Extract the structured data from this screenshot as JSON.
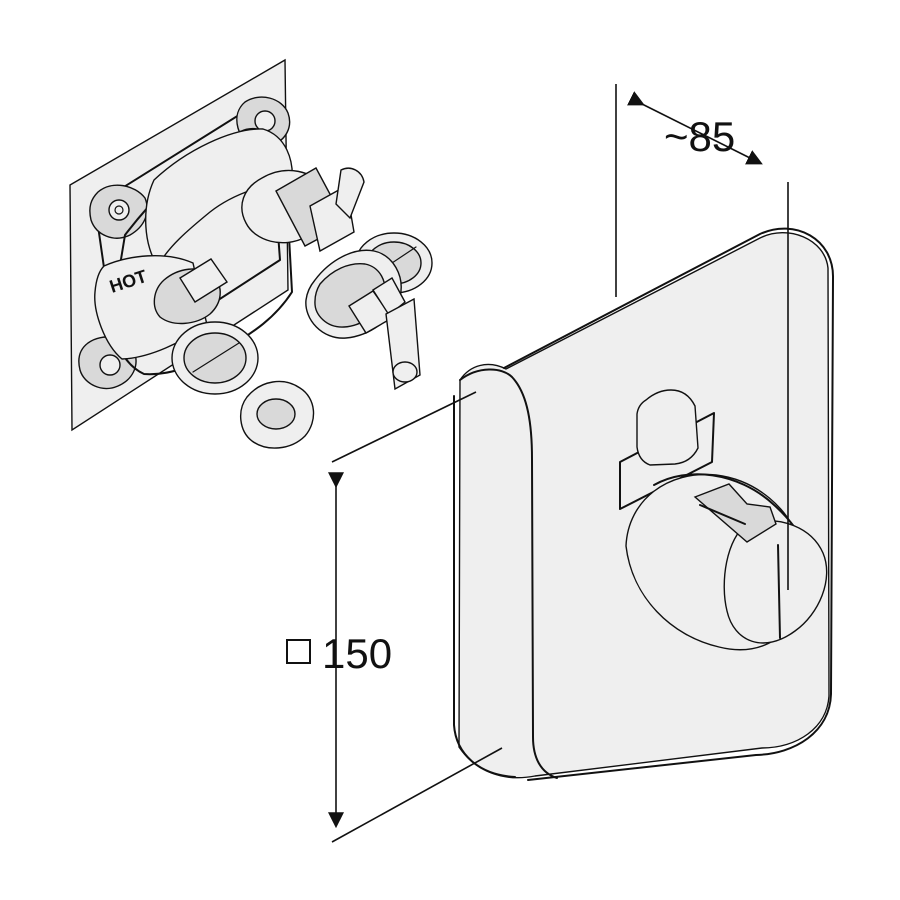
{
  "labels": {
    "hot": "HOT",
    "depth": "~85",
    "square_size": "150"
  }
}
